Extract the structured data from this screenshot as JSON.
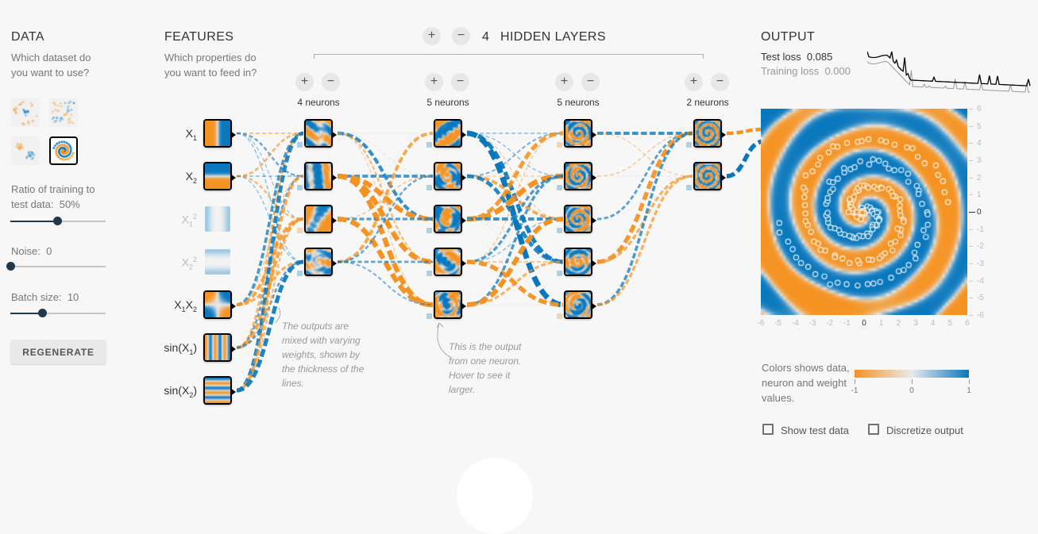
{
  "colors": {
    "orange": "#f59322",
    "blue": "#0877bd",
    "neutral": "#e8eaeb",
    "dark_slider": "#1f3a4d"
  },
  "data_panel": {
    "title": "DATA",
    "subtitle": "Which dataset do you want to use?",
    "datasets": [
      {
        "id": "circle",
        "selected": false
      },
      {
        "id": "xor",
        "selected": false
      },
      {
        "id": "gaussian",
        "selected": false
      },
      {
        "id": "spiral",
        "selected": true
      }
    ],
    "ratio_label": "Ratio of training to test data:",
    "ratio_value": "50%",
    "noise_label": "Noise:",
    "noise_value": "0",
    "batch_label": "Batch size:",
    "batch_value": "10",
    "regenerate_label": "REGENERATE",
    "sliders": {
      "ratio_pct": 49,
      "noise_pct": 0,
      "batch_pct": 33
    }
  },
  "features_panel": {
    "title": "FEATURES",
    "subtitle": "Which properties do you want to feed in?",
    "features": [
      {
        "id": "x1",
        "segments": [
          [
            "t",
            "X"
          ],
          [
            "sub",
            "1"
          ]
        ],
        "active": true
      },
      {
        "id": "x2",
        "segments": [
          [
            "t",
            "X"
          ],
          [
            "sub",
            "2"
          ]
        ],
        "active": true
      },
      {
        "id": "x1sq",
        "segments": [
          [
            "t",
            "X"
          ],
          [
            "sub",
            "1"
          ],
          [
            "sup",
            "2"
          ]
        ],
        "active": false
      },
      {
        "id": "x2sq",
        "segments": [
          [
            "t",
            "X"
          ],
          [
            "sub",
            "2"
          ],
          [
            "sup",
            "2"
          ]
        ],
        "active": false
      },
      {
        "id": "x1x2",
        "segments": [
          [
            "t",
            "X"
          ],
          [
            "sub",
            "1"
          ],
          [
            "t",
            "X"
          ],
          [
            "sub",
            "2"
          ]
        ],
        "active": true
      },
      {
        "id": "sinx1",
        "segments": [
          [
            "t",
            "sin(X"
          ],
          [
            "sub",
            "1"
          ],
          [
            "t",
            ")"
          ]
        ],
        "active": true
      },
      {
        "id": "sinx2",
        "segments": [
          [
            "t",
            "sin(X"
          ],
          [
            "sub",
            "2"
          ],
          [
            "t",
            ")"
          ]
        ],
        "active": true
      }
    ]
  },
  "network": {
    "plus_label": "+",
    "minus_label": "−",
    "hidden_layers_count": "4",
    "hidden_layers_label": "HIDDEN LAYERS",
    "layers": [
      {
        "label": "4 neurons",
        "neurons": 4
      },
      {
        "label": "5 neurons",
        "neurons": 5
      },
      {
        "label": "5 neurons",
        "neurons": 5
      },
      {
        "label": "2 neurons",
        "neurons": 2
      }
    ],
    "annotation_weights": "The outputs are mixed with varying weights, shown by the thickness of the lines.",
    "annotation_neuron": "This is the output from one neuron. Hover to see it larger."
  },
  "output_panel": {
    "title": "OUTPUT",
    "test_loss_label": "Test loss",
    "test_loss_value": "0.085",
    "training_loss_label": "Training loss",
    "training_loss_value": "0.000",
    "x_ticks": [
      "-6",
      "-5",
      "-4",
      "-3",
      "-2",
      "-1",
      "0",
      "1",
      "2",
      "3",
      "4",
      "5",
      "6"
    ],
    "y_ticks": [
      "6",
      "5",
      "4",
      "3",
      "2",
      "1",
      "0",
      "-1",
      "-2",
      "-3",
      "-4",
      "-5",
      "-6"
    ],
    "colors_note": "Colors shows data, neuron and weight values.",
    "scale_ticks": [
      "-1",
      "0",
      "1"
    ],
    "show_test_data_label": "Show test data",
    "discretize_label": "Discretize output",
    "show_test_data_checked": false,
    "discretize_checked": false
  }
}
